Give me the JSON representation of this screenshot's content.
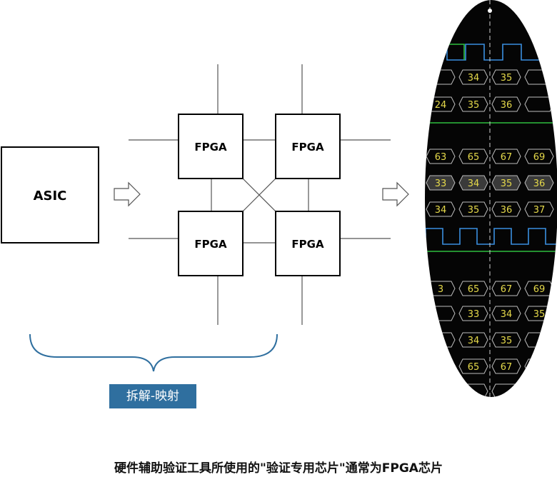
{
  "asic": {
    "label": "ASIC"
  },
  "fpga": {
    "top_left": "FPGA",
    "top_right": "FPGA",
    "bottom_left": "FPGA",
    "bottom_right": "FPGA"
  },
  "mapping_label": "拆解-映射",
  "caption": "硬件辅助验证工具所使用的\"验证专用芯片\"通常为FPGA芯片",
  "waveform": {
    "rows": [
      [
        "",
        "34",
        "35",
        ""
      ],
      [
        "24",
        "35",
        "36",
        ""
      ],
      [
        "63",
        "65",
        "67",
        "69"
      ],
      [
        "33",
        "34",
        "35",
        "36"
      ],
      [
        "34",
        "35",
        "36",
        "37"
      ],
      [
        "3",
        "65",
        "67",
        "69"
      ],
      [
        "",
        "33",
        "34",
        "35"
      ],
      [
        "",
        "34",
        "35",
        ""
      ],
      [
        "",
        "65",
        "67",
        ""
      ],
      [
        "",
        "",
        "",
        ""
      ]
    ]
  },
  "colors": {
    "mapping_bg": "#2f6f9f",
    "wave_text": "#e5d94a",
    "wave_green": "#2fbf3f",
    "wave_blue": "#3a8fe0"
  }
}
